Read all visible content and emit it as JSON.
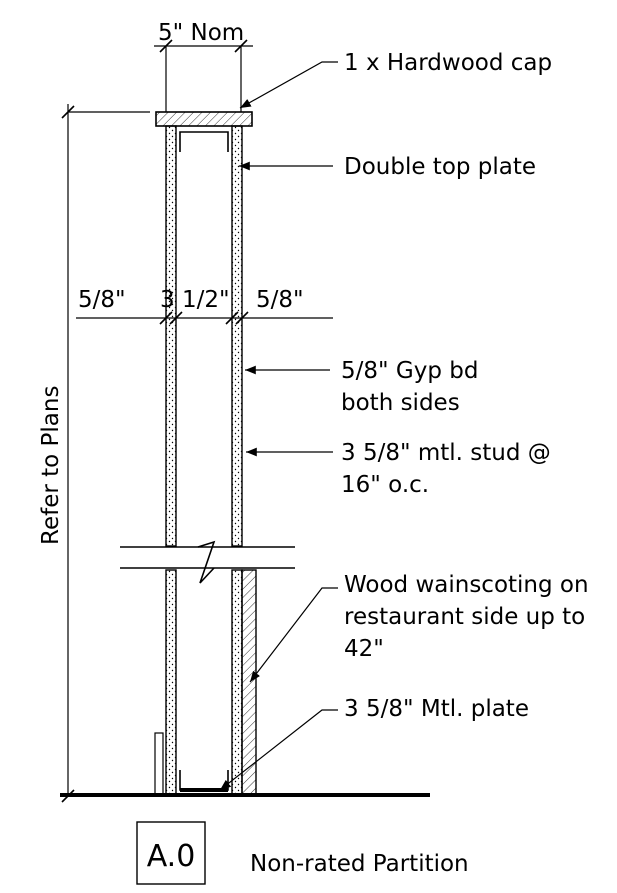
{
  "drawing": {
    "dimensions": {
      "top": "5\" Nom",
      "wall_left_board": "5/8\"",
      "wall_stud": "3 1/2\"",
      "wall_right_board": "5/8\"",
      "height": "Refer to Plans"
    },
    "callouts": {
      "cap": "1 x Hardwood cap",
      "top_plate": "Double top plate",
      "gyp_line1": "5/8\" Gyp bd",
      "gyp_line2": "both sides",
      "stud_line1": "3 5/8\" mtl. stud @",
      "stud_line2": "16\" o.c.",
      "wains_line1": "Wood wainscoting on",
      "wains_line2": "restaurant side up to",
      "wains_line3": "42\"",
      "plate": "3 5/8\" Mtl. plate"
    },
    "tag": {
      "code": "A.0",
      "caption": "Non-rated Partition"
    }
  }
}
